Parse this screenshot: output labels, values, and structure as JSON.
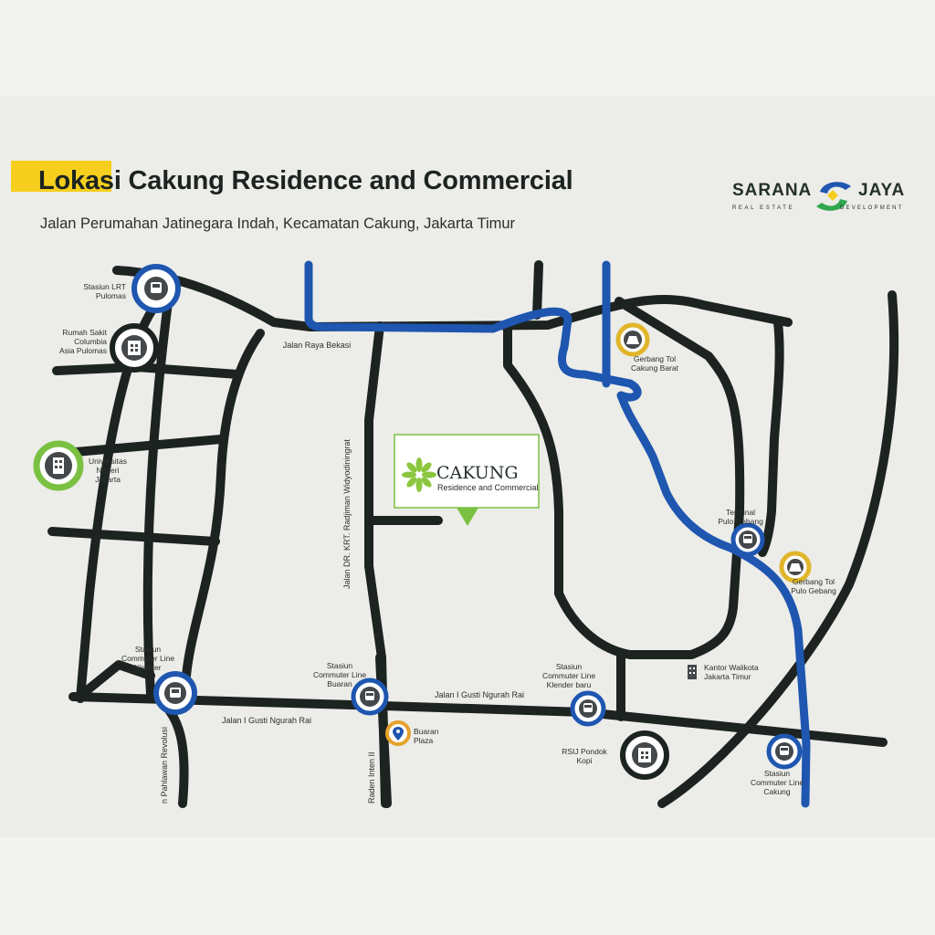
{
  "title": {
    "highlight": "Lokasi",
    "rest": "Cakung Residence and Commercial"
  },
  "subtitle": "Jalan Perumahan Jatinegara Indah, Kecamatan Cakung, Jakarta Timur",
  "logo": {
    "word1": "SARANA",
    "word2": "JAYA",
    "tag1": "REAL ESTATE",
    "tag2": "DEVELOPMENT"
  },
  "project": {
    "name": "CAKUNG",
    "sub": "Residence and Commercial"
  },
  "colors": {
    "road": "#1c2320",
    "rail": "#1e56b0",
    "accent": "#f6cf1e",
    "green": "#7ac142",
    "orange": "#e5a12a"
  },
  "roads": {
    "raya_bekasi": "Jalan Raya Bekasi",
    "gusti_1": "Jalan I Gusti Ngurah Rai",
    "gusti_2": "Jalan I Gusti Ngurah Rai",
    "radjiman": "Jalan DR. KRT. Radjiman Widyodiningrat",
    "pahlawan": "n Pahlawan Revolusi",
    "raden": "Raden Inten II"
  },
  "places": {
    "lrt_pulomas": [
      "Stasiun LRT",
      "Pulomas"
    ],
    "rs_columbia": [
      "Rumah Sakit",
      "Columbia",
      "Asia Pulomas"
    ],
    "unj": [
      "Universitas",
      "Negeri",
      "Jakarta"
    ],
    "klender": [
      "Stasiun",
      "Commuter Line",
      "Klender"
    ],
    "buaran": [
      "Stasiun",
      "Commuter Line",
      "Buaran"
    ],
    "buaran_plaza": [
      "Buaran",
      "Plaza"
    ],
    "klender_baru": [
      "Stasiun",
      "Commuter Line",
      "Klender baru"
    ],
    "rsij": [
      "RSIJ Pondok",
      "Kopi"
    ],
    "walikota": [
      "Kantor Walikota",
      "Jakarta Timur"
    ],
    "cakung_st": [
      "Stasiun",
      "Commuter Line",
      "Cakung"
    ],
    "pulo_gebang": [
      "Terminal",
      "Pulo Gebang"
    ],
    "tol_pulo": [
      "Gerbang Tol",
      "Pulo Gebang"
    ],
    "tol_cakung": [
      "Gerbang Tol",
      "Cakung Barat"
    ]
  },
  "icons": {
    "train": "train-icon",
    "hospital": "hospital-icon",
    "building": "building-icon",
    "toll": "toll-gate-icon",
    "location": "location-pin-icon",
    "leaf": "leaf-icon"
  }
}
